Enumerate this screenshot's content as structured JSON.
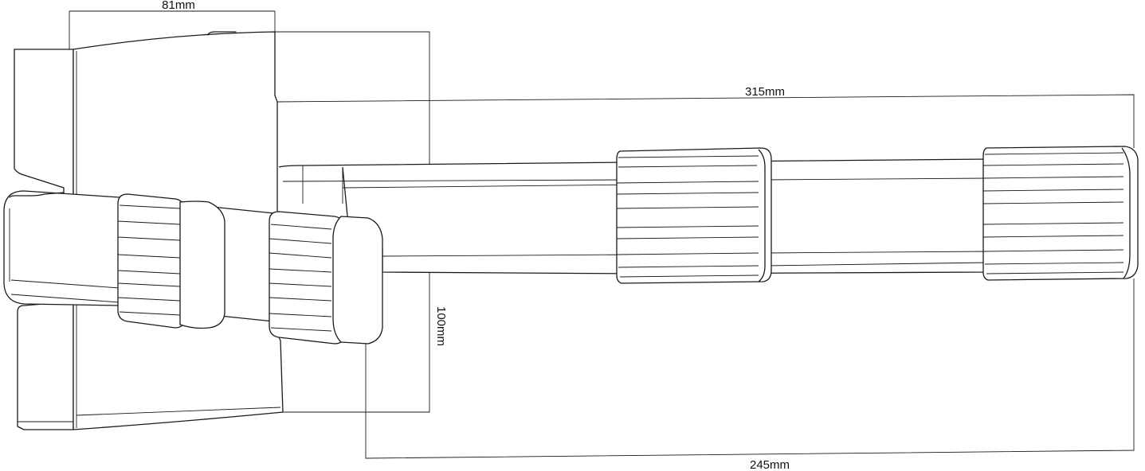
{
  "dimensions": {
    "width_label": "81mm",
    "height_label": "100mm",
    "reach_label": "315mm",
    "arm_label": "245mm"
  },
  "colors": {
    "line": "#1a1a1a",
    "background": "#ffffff"
  }
}
